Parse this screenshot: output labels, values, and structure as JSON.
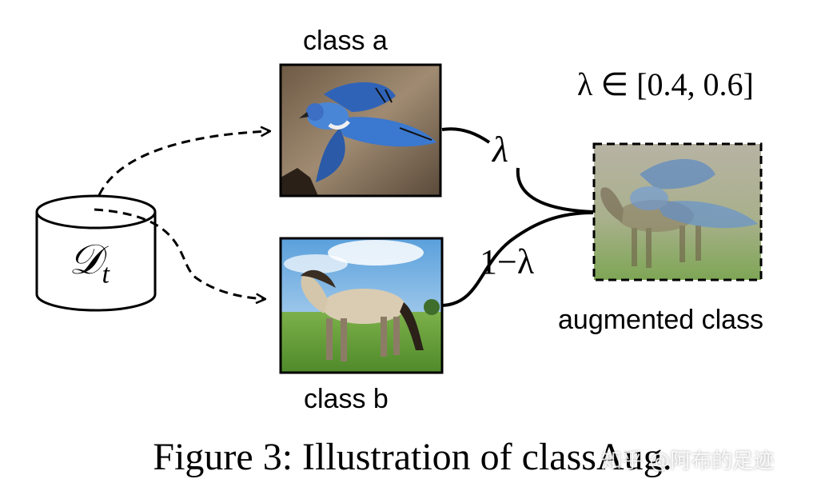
{
  "dataset": {
    "symbol": "𝒟",
    "subscript": "t"
  },
  "class_a": {
    "label": "class a",
    "image": "blue-jay-bird-photo"
  },
  "class_b": {
    "label": "class b",
    "image": "horse-photo"
  },
  "augmented": {
    "label": "augmented class",
    "image": "blended-bird-horse-photo"
  },
  "lambda_range": "λ ∈ [0.4, 0.6]",
  "edge_labels": {
    "top": "λ",
    "bottom": "1−λ"
  },
  "caption": "Figure 3: Illustration of classAug.",
  "watermark": "知乎 @阿布的足迹"
}
